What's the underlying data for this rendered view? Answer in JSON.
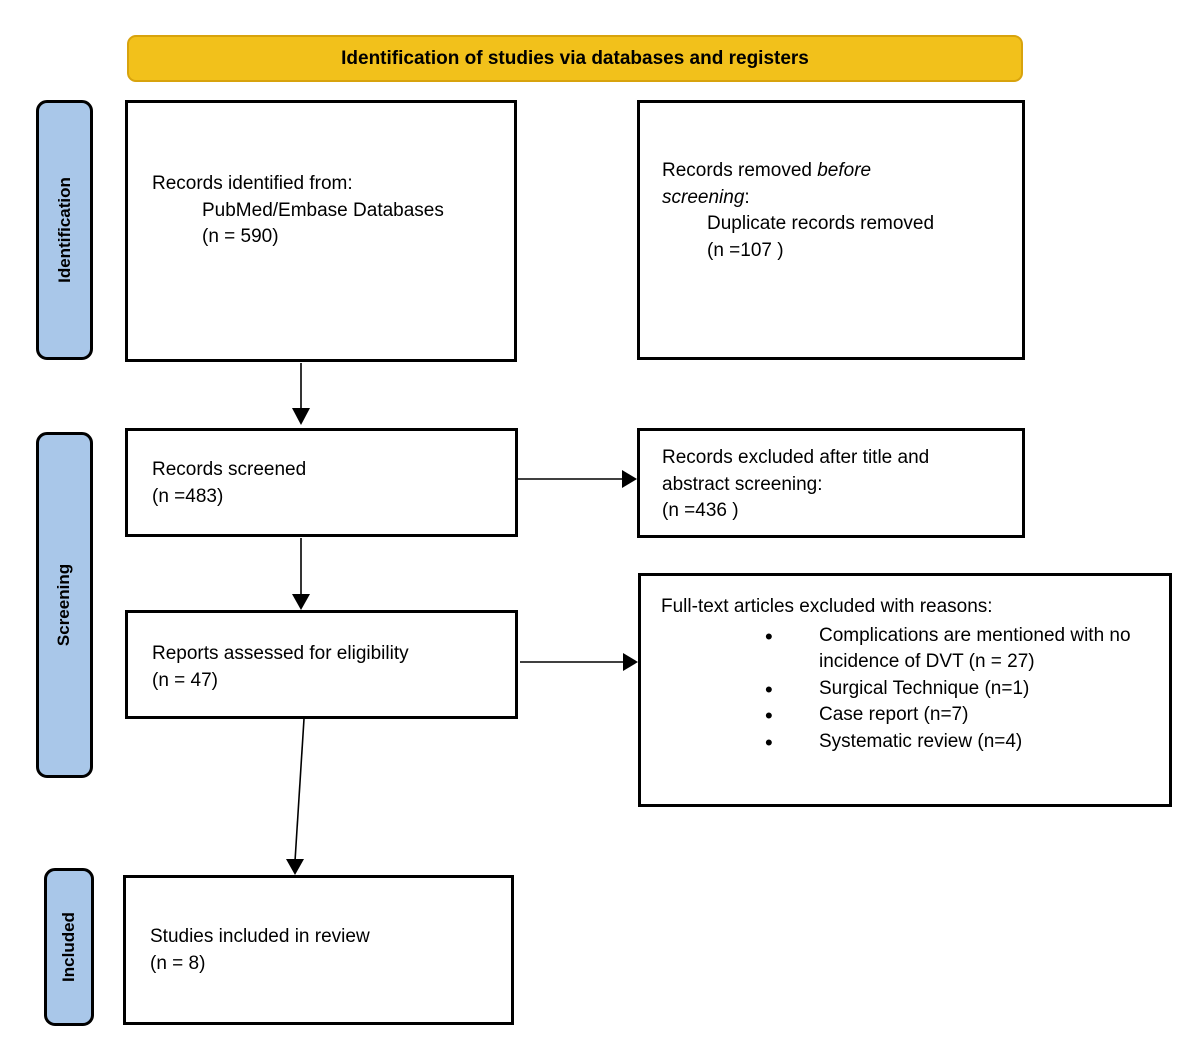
{
  "banner": {
    "title": "Identification of studies via databases and registers"
  },
  "stages": {
    "identification": {
      "label": "Identification"
    },
    "screening": {
      "label": "Screening"
    },
    "included": {
      "label": "Included"
    }
  },
  "boxes": {
    "records_identified": {
      "title": "Records identified from:",
      "source": "PubMed/Embase Databases",
      "count": "(n = 590)"
    },
    "records_removed": {
      "title_prefix": "Records removed ",
      "title_italic": "before screening",
      "title_suffix": ":",
      "reason": "Duplicate records removed",
      "count": "(n =107 )"
    },
    "records_screened": {
      "title": "Records screened",
      "count": "(n =483)"
    },
    "records_excluded": {
      "title": "Records excluded after title and abstract screening:",
      "count": "(n =436 )"
    },
    "reports_assessed": {
      "title": "Reports assessed for eligibility",
      "count": "(n = 47)"
    },
    "fulltext_excluded": {
      "title": "Full-text articles excluded with reasons:",
      "reasons": [
        "Complications are mentioned with no incidence of DVT (n = 27)",
        "Surgical Technique (n=1)",
        "Case report (n=7)",
        "Systematic review (n=4)"
      ]
    },
    "studies_included": {
      "title": "Studies included in review",
      "count": "(n = 8)"
    }
  },
  "colors": {
    "banner_fill": "#F2C11B",
    "banner_border": "#D8A30D",
    "stage_fill": "#A9C7E9",
    "box_background": "#FFFFFF",
    "border": "#000000",
    "arrow": "#000000"
  }
}
